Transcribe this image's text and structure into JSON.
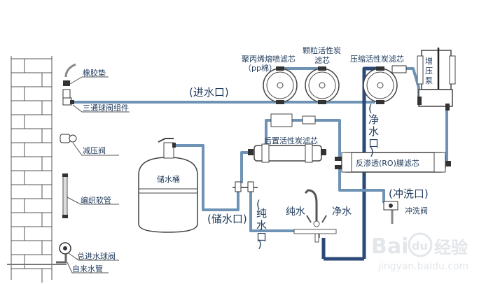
{
  "diagram": {
    "title": "RO water purifier installation diagram",
    "colors": {
      "pipe_light": "#6f93b4",
      "pipe_dark": "#2b4a78",
      "line": "#333333",
      "text": "#1f3a5c"
    },
    "left_labels": {
      "rubber_gasket": "橡胶垫",
      "three_way_valve": "三通球阀组件",
      "pressure_reducer": "减压阀",
      "braided_hose": "编织软管",
      "main_inlet_valve": "总进水球阀",
      "tap_water_pipe": "自来水管"
    },
    "components": {
      "pp_filter": [
        "聚丙烯熔喷滤芯",
        "（pp棉）"
      ],
      "granular_carbon": [
        "颗粒活性炭",
        "滤芯"
      ],
      "compressed_carbon": "压缩活性炭滤芯",
      "booster_pump": [
        "增",
        "压",
        "泵"
      ],
      "storage_tank": "储水桶",
      "post_carbon": "后置活性炭滤芯",
      "ro_membrane": "反渗透(RO)膜滤芯",
      "flush_valve": "冲洗阀"
    },
    "port_labels": {
      "water_inlet": "(进水口)",
      "clean_water_outlet": [
        "(",
        "净",
        "水",
        "口",
        ")"
      ],
      "storage_outlet": "(储水口)",
      "pure_water_outlet": [
        "(",
        "纯",
        "水",
        "口",
        ")"
      ],
      "flush_outlet": "(冲洗口)"
    },
    "faucet_labels": {
      "pure_water": "纯水",
      "clean_water": "净水"
    },
    "watermark": {
      "brand": "Bai",
      "brand2": "du",
      "suffix": "经验",
      "url": "jingyan.baidu.com"
    }
  }
}
